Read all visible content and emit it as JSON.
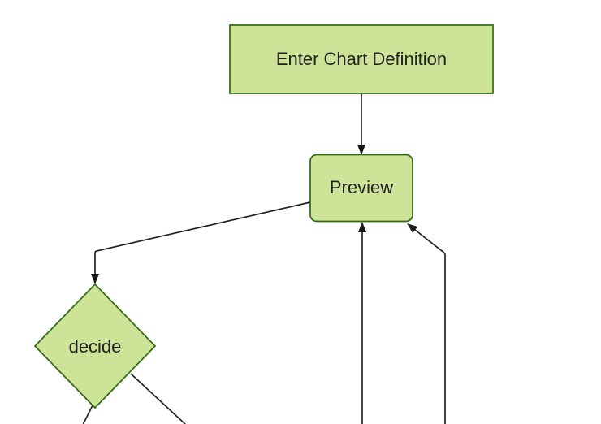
{
  "diagram": {
    "type": "flowchart",
    "direction": "top-down",
    "theme": "forest",
    "nodes": [
      {
        "id": "enter-chart-definition",
        "label": "Enter Chart Definition",
        "shape": "rectangle"
      },
      {
        "id": "preview",
        "label": "Preview",
        "shape": "rounded-rectangle"
      },
      {
        "id": "decide",
        "label": "decide",
        "shape": "diamond"
      }
    ],
    "edges": [
      {
        "from": "enter-chart-definition",
        "to": "preview",
        "arrowhead": true
      },
      {
        "from": "preview",
        "to": "decide",
        "arrowhead": true
      },
      {
        "from": "below-viewport-left",
        "to": "preview",
        "arrowhead": true
      },
      {
        "from": "below-viewport-right",
        "to": "preview",
        "arrowhead": true
      },
      {
        "from": "decide",
        "to": "below-viewport-left",
        "arrowhead": false
      },
      {
        "from": "decide",
        "to": "below-viewport-right",
        "arrowhead": false
      }
    ],
    "colors": {
      "node_fill": "#cde498",
      "node_border": "#2f6a12",
      "edge_line": "#222222",
      "arrowhead": "#1a1a1a",
      "label_text": "#222222",
      "background": "#ffffff"
    }
  }
}
